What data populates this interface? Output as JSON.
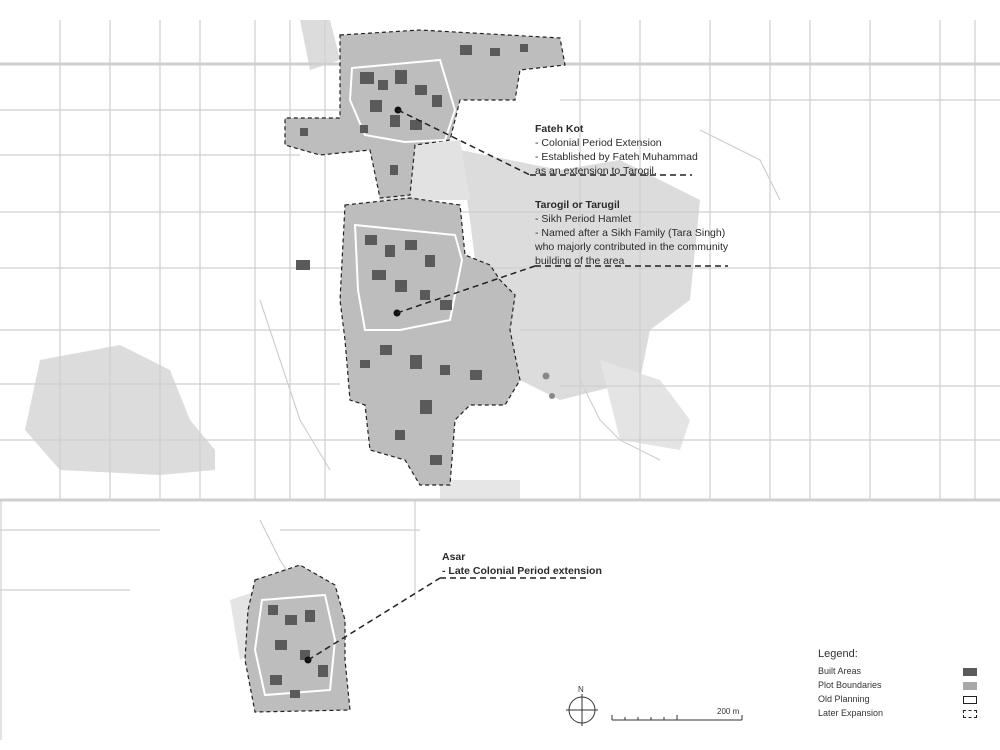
{
  "annotations": {
    "fateh_kot": {
      "title": "Fateh Kot",
      "lines": [
        "- Colonial Period Extension",
        "- Established by Fateh Muhammad",
        "as an extension to Tarogil."
      ]
    },
    "tarogil": {
      "title": "Tarogil or Tarugil",
      "lines": [
        "- Sikh Period Hamlet",
        "- Named after a Sikh Family (Tara Singh)",
        "who majorly contributed in the community",
        "building of the area"
      ]
    },
    "asar": {
      "title": "Asar",
      "lines": [
        "- Late Colonial Period extension"
      ]
    }
  },
  "legend": {
    "title": "Legend:",
    "items": [
      {
        "label": "Built Areas",
        "symbol": "built-swatch",
        "color": "#5a5a5a"
      },
      {
        "label": "Plot Boundaries",
        "symbol": "plot-swatch",
        "color": "#a8a8a8"
      },
      {
        "label": "Old Planning",
        "symbol": "old-planning-swatch",
        "color": "#ffffff"
      },
      {
        "label": "Later Expansion",
        "symbol": "later-expansion-swatch",
        "color": "#ffffff"
      }
    ]
  },
  "scale_bar": {
    "label": "200 m"
  },
  "north_arrow": {
    "label": "N"
  },
  "colors": {
    "built": "#5a5a5a",
    "plot": "#a8a8a8",
    "shade": "#d9d9d9",
    "road": "#cfcfcf"
  }
}
